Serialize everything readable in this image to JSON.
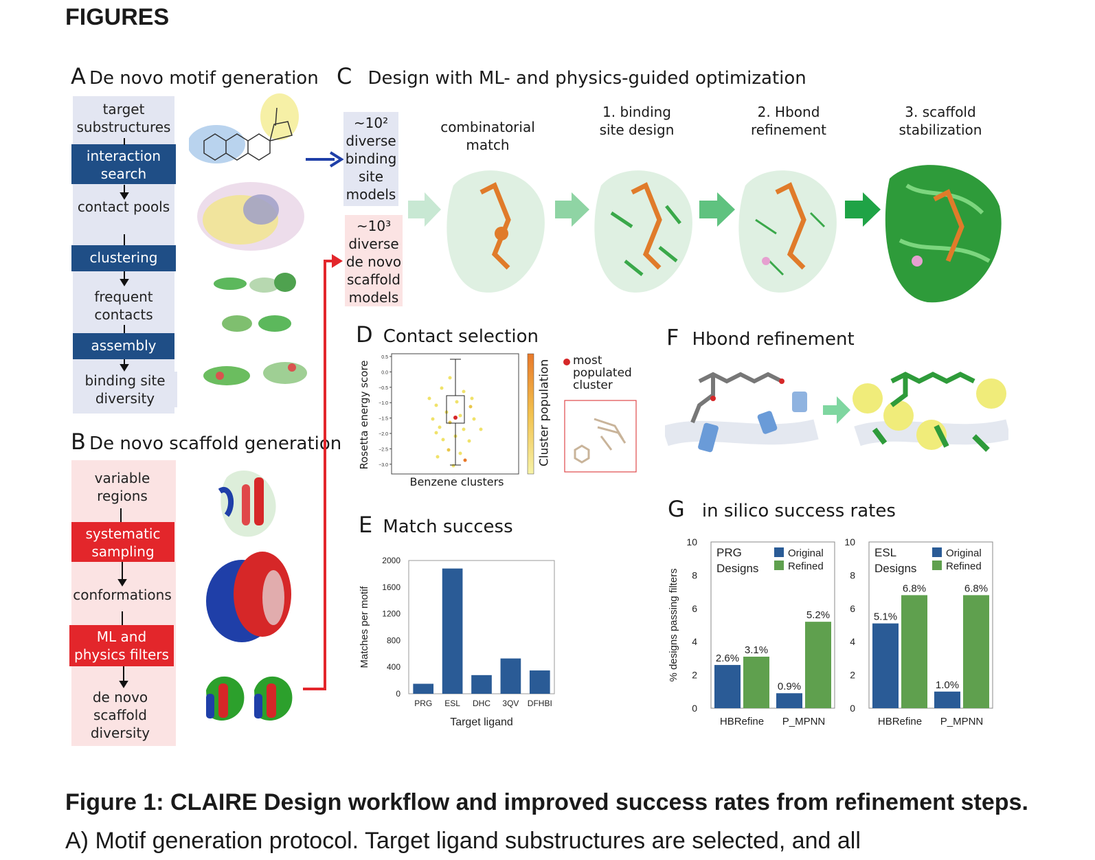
{
  "page": {
    "heading": "FIGURES"
  },
  "panels": {
    "A": {
      "letter": "A",
      "title": "De novo motif generation",
      "steps": [
        "target substructures",
        "interaction search",
        "contact pools",
        "clustering",
        "frequent contacts",
        "assembly",
        "binding site diversity"
      ]
    },
    "B": {
      "letter": "B",
      "title": "De novo scaffold generation",
      "steps": [
        "variable regions",
        "systematic sampling",
        "conformations",
        "ML and physics filters",
        "de novo scaffold diversity"
      ]
    },
    "C": {
      "letter": "C",
      "title": "Design with ML- and physics-guided optimization",
      "box_blue": [
        "~10²",
        "diverse",
        "binding",
        "site",
        "models"
      ],
      "box_red": [
        "~10³",
        "diverse",
        "de novo",
        "scaffold",
        "models"
      ],
      "stages": [
        "combinatorial match",
        "1. binding site design",
        "2. Hbond refinement",
        "3. scaffold stabilization"
      ]
    },
    "D": {
      "letter": "D",
      "title": "Contact selection",
      "ylabel": "Rosetta energy score",
      "xlabel": "Benzene clusters",
      "colorbar_label": "Cluster population",
      "legend": "most populated cluster",
      "yticks": [
        "0.5",
        "0.0",
        "−0.5",
        "−1.0",
        "−1.5",
        "−2.0",
        "−2.5",
        "−3.0"
      ]
    },
    "E": {
      "letter": "E",
      "title": "Match success"
    },
    "F": {
      "letter": "F",
      "title": "Hbond refinement"
    },
    "G": {
      "letter": "G",
      "title": "in silico success rates"
    }
  },
  "caption": {
    "bold": "Figure 1: CLAIRE Design workflow and improved success rates from refinement steps.",
    "body": " A) Motif generation protocol. Target ligand substructures are selected, and all"
  },
  "colors": {
    "blue": "#2a5b96",
    "green": "#5fa04e",
    "dark_blue": "#1f4e86",
    "red": "#e3262b"
  },
  "chart_data": [
    {
      "type": "bar",
      "title": "Match success",
      "xlabel": "Target ligand",
      "ylabel": "Matches per motif",
      "categories": [
        "PRG",
        "ESL",
        "DHC",
        "3QV",
        "DFHBI"
      ],
      "values": [
        150,
        1880,
        280,
        530,
        350
      ],
      "ylim": [
        0,
        2000
      ],
      "yticks": [
        0,
        400,
        800,
        1200,
        1600,
        2000
      ]
    },
    {
      "type": "bar",
      "title": "PRG Designs",
      "ylabel": "% designs passing filters",
      "categories": [
        "HBRefine",
        "P_MPNN"
      ],
      "series": [
        {
          "name": "Original",
          "values": [
            2.6,
            0.9
          ],
          "labels": [
            "2.6%",
            "0.9%"
          ]
        },
        {
          "name": "Refined",
          "values": [
            3.1,
            5.2
          ],
          "labels": [
            "3.1%",
            "5.2%"
          ]
        }
      ],
      "ylim": [
        0,
        10
      ],
      "yticks": [
        0,
        2,
        4,
        6,
        8,
        10
      ],
      "legend": "top-right"
    },
    {
      "type": "bar",
      "title": "ESL Designs",
      "ylabel": "",
      "categories": [
        "HBRefine",
        "P_MPNN"
      ],
      "series": [
        {
          "name": "Original",
          "values": [
            5.1,
            1.0
          ],
          "labels": [
            "5.1%",
            "1.0%"
          ]
        },
        {
          "name": "Refined",
          "values": [
            6.8,
            6.8
          ],
          "labels": [
            "6.8%",
            "6.8%"
          ]
        }
      ],
      "ylim": [
        0,
        10
      ],
      "yticks": [
        0,
        2,
        4,
        6,
        8,
        10
      ],
      "legend": "top-right"
    }
  ]
}
